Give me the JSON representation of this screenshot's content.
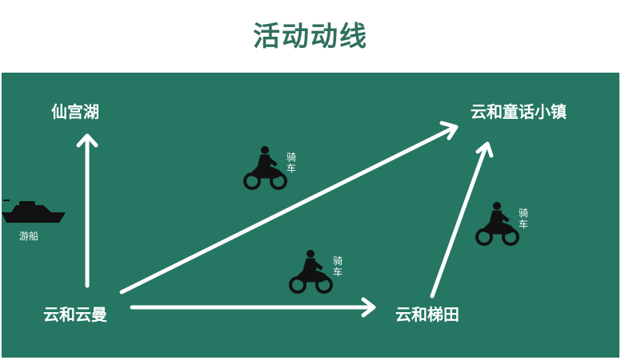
{
  "title": "活动动线",
  "colors": {
    "title": "#2f6f5e",
    "panel": "#257663",
    "arrow": "#ffffff",
    "icon": "#111111"
  },
  "places": {
    "xianGongHu": "仙宫湖",
    "yunHeTongHua": "云和童话小镇",
    "yunHeYunMan": "云和云曼",
    "yunHeTiTian": "云和梯田"
  },
  "transport": {
    "boat": "游船",
    "bike1": "骑\n车",
    "bike2": "骑\n车",
    "bike3": "骑\n车"
  },
  "icons": [
    "boat-icon",
    "motorcycle-icon",
    "motorcycle-icon",
    "motorcycle-icon"
  ]
}
